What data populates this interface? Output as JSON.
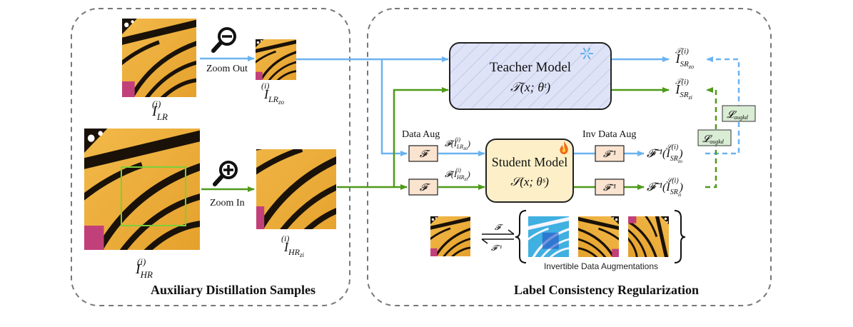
{
  "left_panel": {
    "title": "Auxiliary Distillation Samples",
    "zoom_out_label": "Zoom Out",
    "zoom_in_label": "Zoom In",
    "lr_label": {
      "base": "I",
      "sub": "LR",
      "sup": "(i)"
    },
    "lr_zo_label": {
      "base": "I",
      "sub": "LR",
      "subsub": "zo",
      "sup": "(i)"
    },
    "hr_label": {
      "base": "I",
      "sub": "HR",
      "sup": "(i)"
    },
    "hr_zi_label": {
      "base": "I",
      "sub": "HR",
      "subsub": "zi",
      "sup": "(i)"
    }
  },
  "right_panel": {
    "title": "Label Consistency Regularization",
    "teacher": {
      "title": "Teacher Model",
      "formula": "𝒯(x; θᵗ)"
    },
    "student": {
      "title": "Student Model",
      "formula": "𝒮(x; θˢ)"
    },
    "data_aug_label": "Data Aug",
    "inv_data_aug_label": "Inv Data Aug",
    "f_box": "𝓕",
    "finv_box": "𝓕⁻¹",
    "f_lr_label": "𝓕(I",
    "f_hr_label": "𝓕(I",
    "teacher_out_zo": "I",
    "teacher_out_zi": "I",
    "student_out_zo": "𝓕⁻¹(I",
    "student_out_zi": "𝓕⁻¹(I",
    "loss_label": "𝓛",
    "loss_sub": "augkd",
    "aug_caption": "Invertible Data Augmentations",
    "arrow_f": "𝓕",
    "arrow_finv": "𝓕⁻¹"
  },
  "colors": {
    "blue_path": "#6bb3f0",
    "green_path": "#4f9a1a",
    "teacher_fill": "#dfe3f7",
    "student_fill": "#fdf0c8",
    "f_box_fill": "#fae3cf",
    "loss_fill": "#d9ecd4",
    "dash_border": "#777777"
  }
}
